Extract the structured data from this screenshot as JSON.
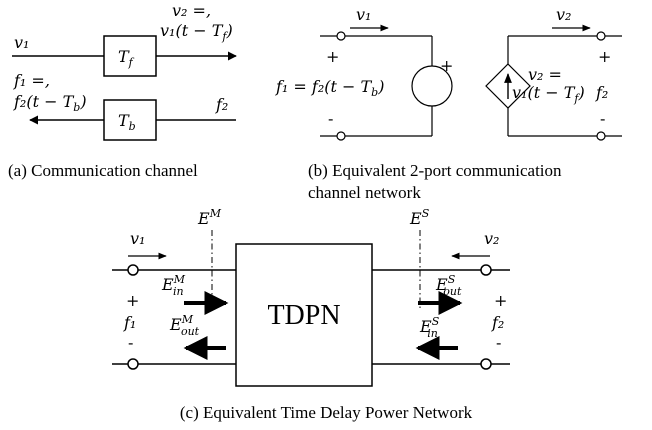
{
  "panel_a": {
    "v1": "v₁",
    "v2_line1": "v₂ =,",
    "v2_line2": "v₁(t − T",
    "v2_line2_sub": "f",
    "v2_line2_end": ")",
    "tf_main": "T",
    "tf_sub": "f",
    "f1_line1": "f₁ =,",
    "f1_line2": "f₂(t − T",
    "f1_line2_sub": "b",
    "f1_line2_end": ")",
    "tb_main": "T",
    "tb_sub": "b",
    "f2": "f₂",
    "caption": "(a) Communication channel"
  },
  "panel_b": {
    "v1": "v₁",
    "v2": "v₂",
    "plus_left": "+",
    "minus_left": "-",
    "f1_expr": "f₁ = f₂(t − T",
    "f1_expr_sub": "b",
    "f1_expr_end": ")",
    "src_plus": "+",
    "v2_eq": "v₂ =",
    "v2_expr": "v₁(t − T",
    "v2_expr_sub": "f",
    "v2_expr_end": ")",
    "f2": "f₂",
    "plus_right": "+",
    "minus_right": "-",
    "caption_line1": "(b) Equivalent 2-port communication",
    "caption_line2": "channel network"
  },
  "panel_c": {
    "v1": "v₁",
    "v2": "v₂",
    "em_main": "E",
    "em_sup": "M",
    "es_main": "E",
    "es_sup": "S",
    "ein_m_main": "E",
    "ein_m_sup": "M",
    "ein_m_sub": "in",
    "eout_m_main": "E",
    "eout_m_sup": "M",
    "eout_m_sub": "out",
    "eout_s_main": "E",
    "eout_s_sup": "S",
    "eout_s_sub": "out",
    "ein_s_main": "E",
    "ein_s_sup": "S",
    "ein_s_sub": "in",
    "box_label": "TDPN",
    "plus_left": "+",
    "f1": "f₁",
    "minus_left": "-",
    "plus_right": "+",
    "f2": "f₂",
    "minus_right": "-",
    "caption": "(c) Equivalent Time Delay Power Network"
  }
}
